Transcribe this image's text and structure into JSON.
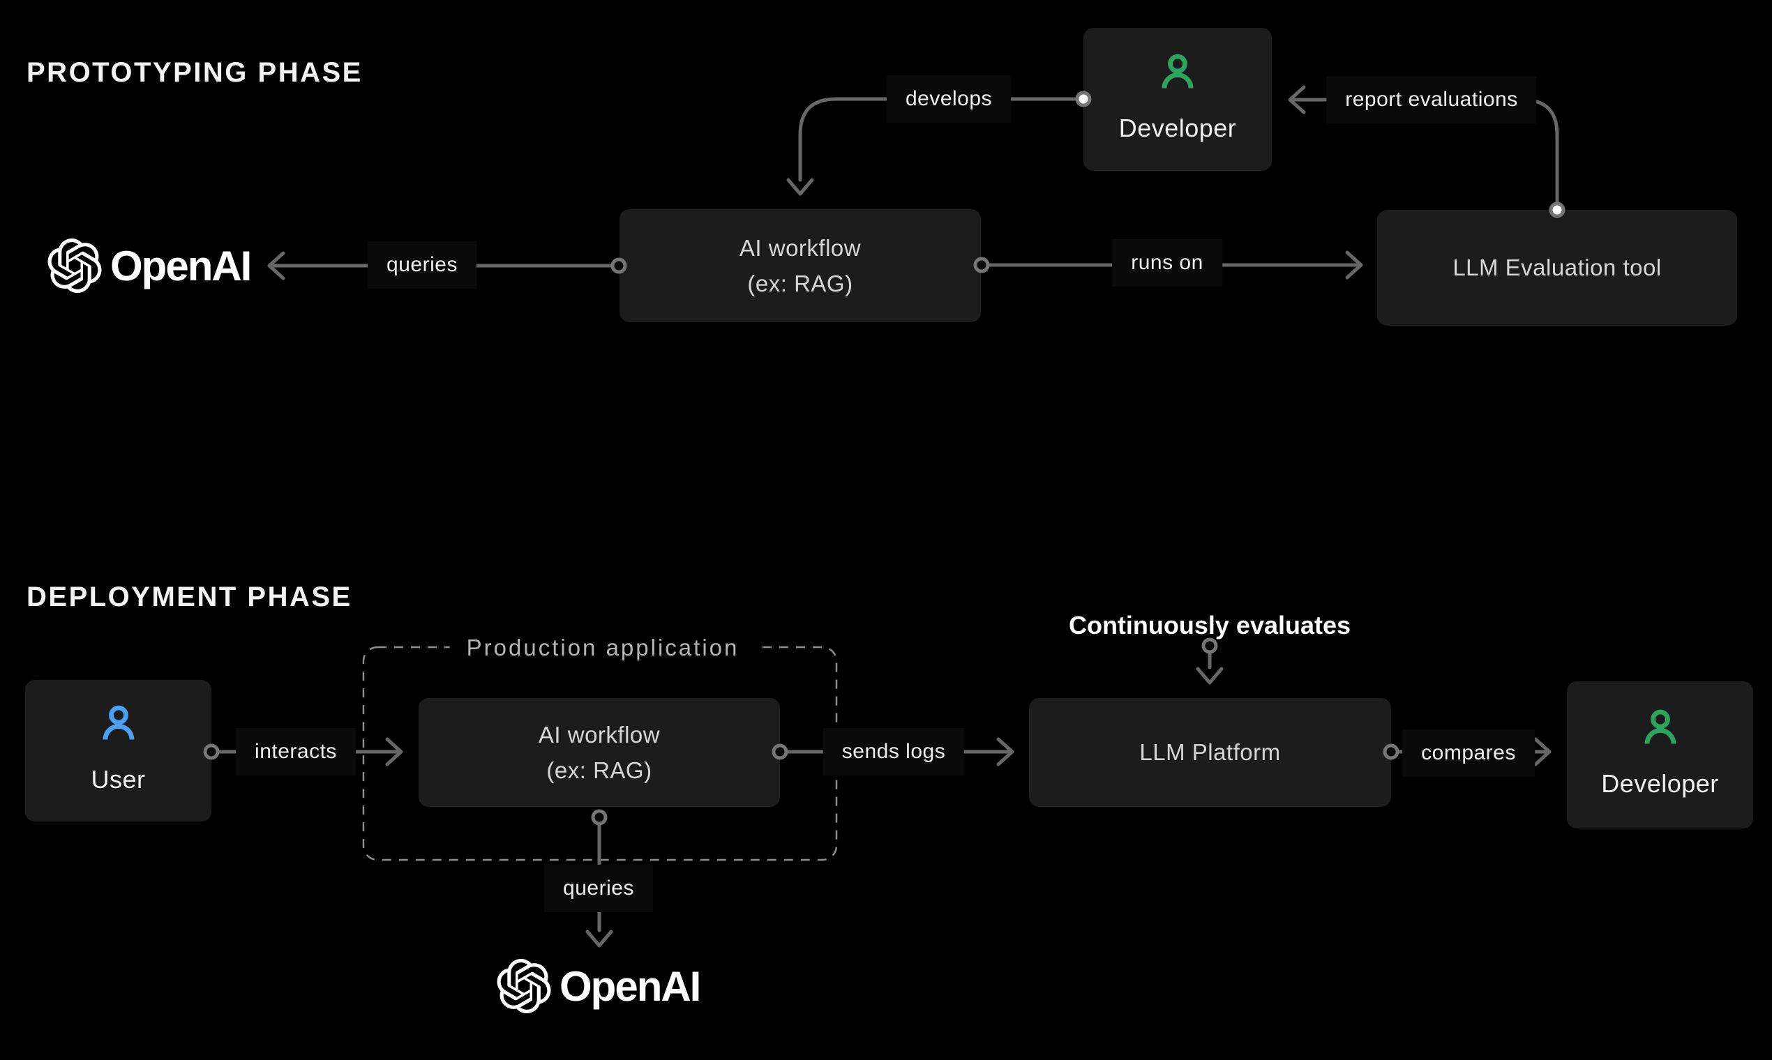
{
  "titles": {
    "prototyping": "PROTOTYPING PHASE",
    "deployment": "DEPLOYMENT PHASE"
  },
  "nodes": {
    "developer_top": {
      "label": "Developer"
    },
    "ai_workflow_top": {
      "title": "AI workflow",
      "subtitle": "(ex: RAG)"
    },
    "llm_evaluation_tool": {
      "label": "LLM Evaluation tool"
    },
    "openai_top": {
      "label": "OpenAI"
    },
    "user": {
      "label": "User"
    },
    "ai_workflow_bottom": {
      "title": "AI workflow",
      "subtitle": "(ex: RAG)"
    },
    "llm_platform": {
      "label": "LLM Platform"
    },
    "developer_bottom": {
      "label": "Developer"
    },
    "openai_bottom": {
      "label": "OpenAI"
    },
    "production_application": {
      "label": "Production application"
    }
  },
  "edges": {
    "develops": {
      "label": "develops"
    },
    "queries_top": {
      "label": "queries"
    },
    "runs_on": {
      "label": "runs on"
    },
    "report_evaluations": {
      "label": "report evaluations"
    },
    "interacts": {
      "label": "interacts"
    },
    "sends_logs": {
      "label": "sends logs"
    },
    "compares": {
      "label": "compares"
    },
    "queries_bottom": {
      "label": "queries"
    },
    "continuously_evaluates": {
      "label": "Continuously evaluates"
    }
  },
  "icons": {
    "person": "person-icon",
    "openai_mark": "openai-mark-icon"
  },
  "colors": {
    "background": "#000000",
    "node_fill": "#1c1c1c",
    "node_text": "#d6d6d6",
    "person_text": "#f0f0f0",
    "line": "#676767",
    "dot_ring": "#757575",
    "dashed_border": "#8f8f8f",
    "label_text": "#efefef",
    "label_bg": "#0a0a0a",
    "title_text": "#f3f3f3",
    "green": "#2da45e",
    "blue": "#4aa0f2",
    "white": "#ffffff"
  }
}
